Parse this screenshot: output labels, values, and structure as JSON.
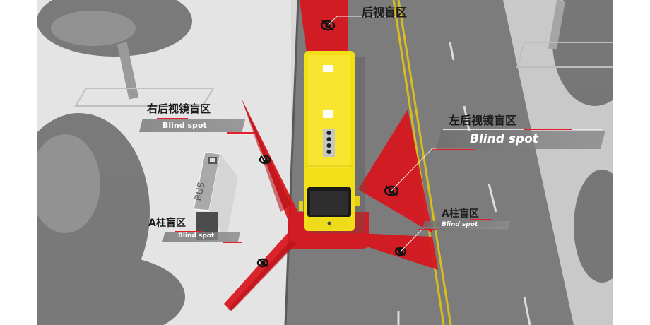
{
  "scene": {
    "description": "Bus blind spot illustration",
    "colors": {
      "blind_zone": "#d9141c",
      "bus": "#f5e21a",
      "road": "#7d7d7d",
      "lane_marking_yellow": "#e1c21a",
      "sidewalk": "#e6e6e6",
      "label_bar": "#8a8a8a",
      "accent_line": "#e41f2b"
    },
    "icons": [
      "eye-slash-icon",
      "bus-icon"
    ]
  },
  "labels": {
    "rear": {
      "zh": "后视盲区"
    },
    "right_mirror": {
      "zh": "右后视镜盲区",
      "en": "Blind spot"
    },
    "left_mirror": {
      "zh": "左后视镜盲区",
      "en": "Blind spot"
    },
    "a_pillar_right": {
      "zh": "A柱盲区",
      "en": "Blind spot"
    },
    "a_pillar_left": {
      "zh": "A柱盲区",
      "en": "Blind spot"
    }
  },
  "bus_stop": {
    "text": "BUS"
  }
}
